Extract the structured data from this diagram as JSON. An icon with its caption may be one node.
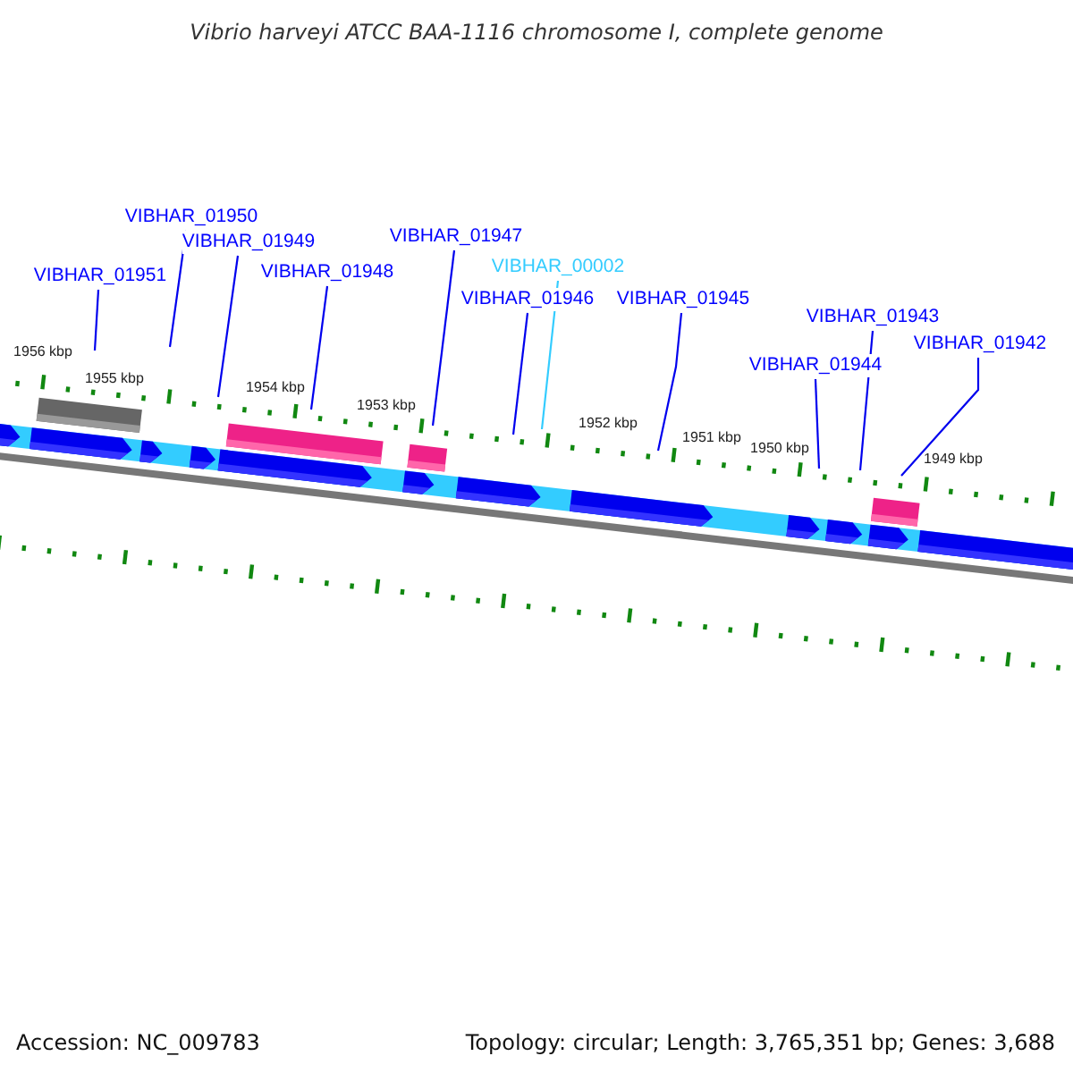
{
  "diagram": {
    "title": "Vibrio harveyi ATCC BAA-1116 chromosome I, complete genome",
    "nodes": [
      {
        "text": [
          "VIBHAR_01950"
        ]
      },
      {
        "text": [
          "VIBHAR_01947"
        ]
      },
      {
        "text": [
          "VIBHAR_01949"
        ]
      },
      {
        "text": [
          "VIBHAR_00002"
        ]
      },
      {
        "text": [
          "VIBHAR_01948"
        ]
      },
      {
        "text": [
          "VIBHAR_01951"
        ]
      },
      {
        "text": [
          "VIBHAR_01946"
        ]
      },
      {
        "text": [
          "VIBHAR_01945"
        ]
      },
      {
        "text": [
          "VIBHAR_01943"
        ]
      },
      {
        "text": [
          "VIBHAR_01942"
        ]
      },
      {
        "text": [
          "VIBHAR_01944"
        ]
      }
    ],
    "edges": [
      {
        "from": 0,
        "to": null,
        "arrow": "none"
      },
      {
        "from": 1,
        "to": null,
        "arrow": "none"
      },
      {
        "from": 2,
        "to": null,
        "arrow": "none"
      },
      {
        "from": 3,
        "to": null,
        "arrow": "none",
        "color": "#33ccff"
      },
      {
        "from": 4,
        "to": null,
        "arrow": "none"
      },
      {
        "from": 5,
        "to": null,
        "arrow": "none"
      },
      {
        "from": 6,
        "to": null,
        "arrow": "none"
      },
      {
        "from": 7,
        "to": null,
        "arrow": "none"
      },
      {
        "from": 8,
        "to": null,
        "arrow": "none"
      },
      {
        "from": 9,
        "to": null,
        "arrow": "none"
      },
      {
        "from": 10,
        "to": null,
        "arrow": "none"
      }
    ],
    "labels": [
      "1956 kbp",
      "1955 kbp",
      "1954 kbp",
      "1953 kbp",
      "1952 kbp",
      "1951 kbp",
      "1950 kbp",
      "1949 kbp",
      "Accession: NC_009783",
      "Topology: circular; Length: 3,765,351 bp; Genes: 3,688"
    ]
  }
}
